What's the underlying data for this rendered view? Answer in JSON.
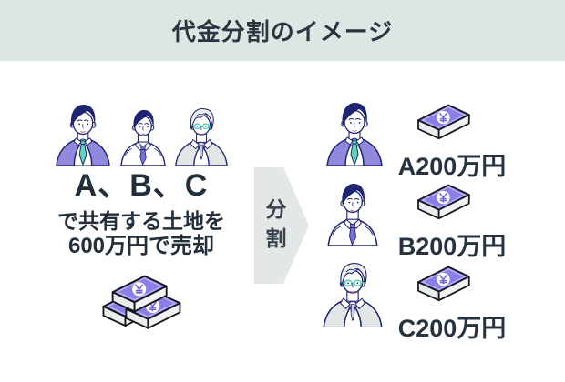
{
  "header": {
    "title": "代金分割のイメージ"
  },
  "left_group": {
    "people": [
      {
        "name": "A",
        "icon": "businessman-purple-suit-icon"
      },
      {
        "name": "B",
        "icon": "man-white-shirt-purple-tie-icon"
      },
      {
        "name": "C",
        "icon": "elderly-man-glasses-gray-suit-icon"
      }
    ],
    "owners": "A、B、C",
    "line1": "で共有する土地を",
    "line2": "600万円で売却",
    "money_icon": "money-stack-icon"
  },
  "arrow": {
    "label": "分割",
    "direction": "right"
  },
  "result_rows": [
    {
      "person": "A",
      "person_icon": "businessman-purple-suit-icon",
      "money_icon": "money-bundle-icon",
      "amount": "A200万円"
    },
    {
      "person": "B",
      "person_icon": "man-white-shirt-purple-tie-icon",
      "money_icon": "money-bundle-icon",
      "amount": "B200万円"
    },
    {
      "person": "C",
      "person_icon": "elderly-man-glasses-gray-suit-icon",
      "money_icon": "money-bundle-icon",
      "amount": "C200万円"
    }
  ],
  "colors": {
    "header_bg": "#dee6e3",
    "arrow_fill": "#e3e8e6",
    "text_dark": "#232e3b",
    "outline_navy": "#1d2472",
    "suit_purple": "#9189de",
    "tie_teal": "#5fd6b4",
    "tie_purple": "#7a70da",
    "suit_gray": "#e2e6e5",
    "money_purple": "#8478e4",
    "glasses_teal": "#4fcdb1"
  }
}
